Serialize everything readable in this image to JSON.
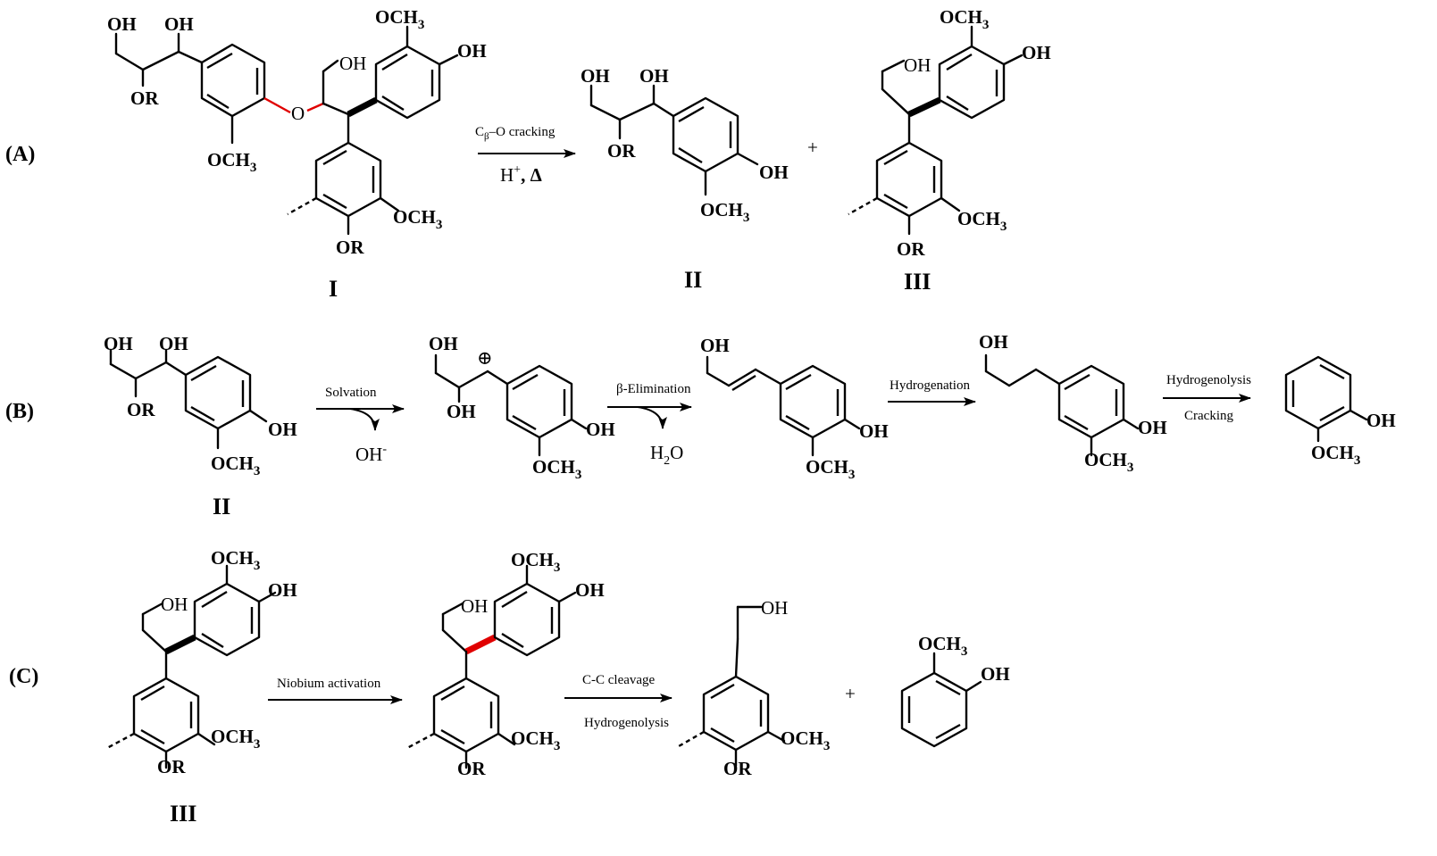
{
  "panels": {
    "a": "(A)",
    "b": "(B)",
    "c": "(C)"
  },
  "compounds": {
    "I": "I",
    "II": "II",
    "III": "III"
  },
  "groups": {
    "oh": "OH",
    "or": "OR",
    "och": "OCH",
    "sub3": "3",
    "o": "O",
    "plus": "+"
  },
  "arrows": {
    "a_top": "C",
    "a_top_sub": "β",
    "a_top_rest": "–O cracking",
    "a_bottom_h": "H",
    "a_bottom_sup": "+",
    "a_bottom_rest": ", Δ",
    "b1_top": "Solvation",
    "b1_bottom": "OH",
    "b1_bottom_sup": "-",
    "b2_top": "β-Elimination",
    "b2_bottom": "H",
    "b2_bottom_sub": "2",
    "b2_bottom_rest": "O",
    "b3_top": "Hydrogenation",
    "b4_top": "Hydrogenolysis",
    "b4_bottom": "Cracking",
    "c1_top": "Niobium activation",
    "c2_top": "C-C cleavage",
    "c2_bottom": "Hydrogenolysis"
  },
  "cation": "⊕"
}
